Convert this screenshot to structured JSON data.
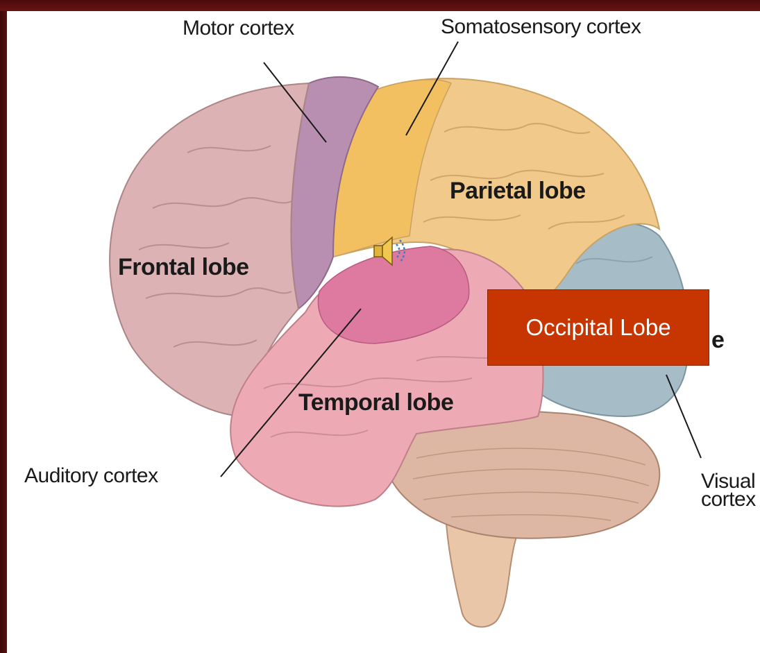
{
  "labels": {
    "motor_cortex": "Motor cortex",
    "somatosensory_cortex": "Somatosensory cortex",
    "parietal_lobe": "Parietal lobe",
    "frontal_lobe": "Frontal lobe",
    "temporal_lobe": "Temporal lobe",
    "auditory_cortex": "Auditory cortex",
    "visual_cortex_line1": "Visual",
    "visual_cortex_line2": "cortex",
    "occipital_partial": "e"
  },
  "overlay": {
    "text": "Occipital Lobe",
    "color": "#c73600"
  },
  "regions": {
    "frontal": "#dcb2b4",
    "motor": "#b88fb0",
    "parietal": "#f1c98a",
    "somatosensory": "#f3c061",
    "temporal": "#eeaab4",
    "auditory": "#de7aa0",
    "occipital": "#a6bcc6",
    "cerebellum": "#ddb7a3",
    "brainstem": "#e9c6a8"
  },
  "icons": {
    "speaker": "speaker-icon"
  }
}
